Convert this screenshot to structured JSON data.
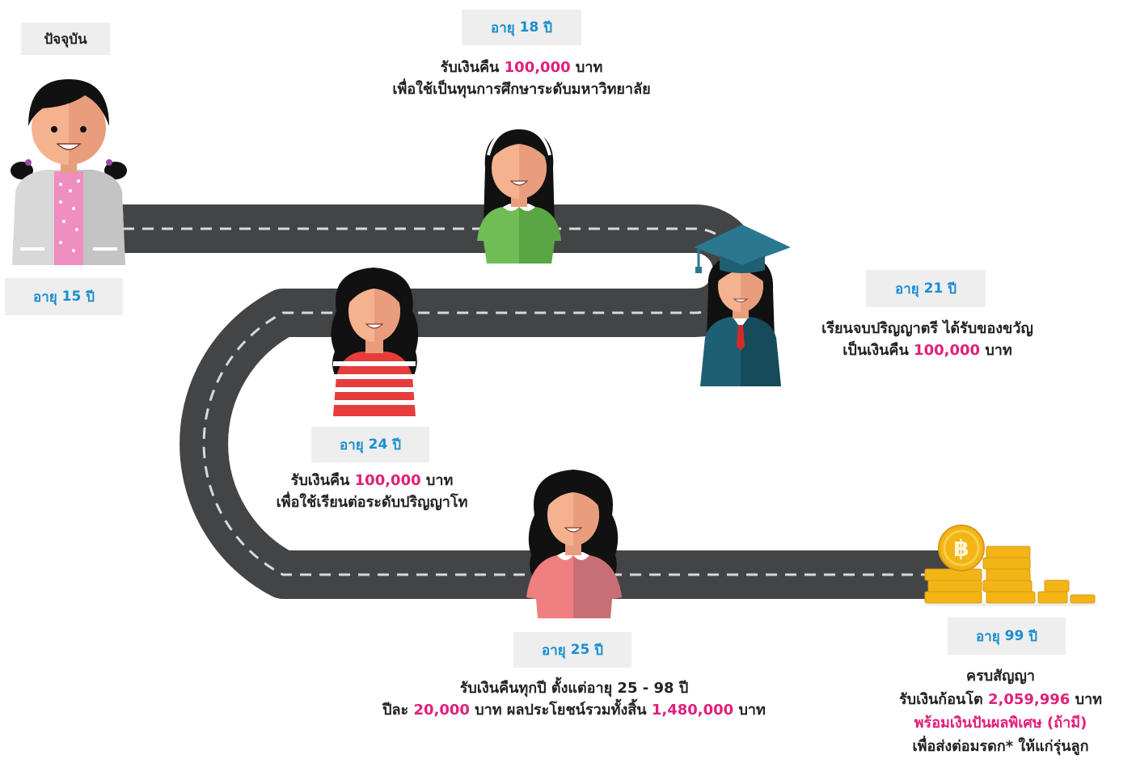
{
  "milestones": {
    "present": {
      "label": "ปัจจุบัน"
    },
    "m15": {
      "age_label": "อายุ",
      "age_value": "15",
      "age_unit": "ปี"
    },
    "m18": {
      "age_label": "อายุ",
      "age_value": "18",
      "age_unit": "ปี",
      "line1_pre": "รับเงินคืน",
      "line1_amount": "100,000",
      "line1_post": "บาท",
      "line2": "เพื่อใช้เป็นทุนการศึกษาระดับมหาวิทยาลัย"
    },
    "m21": {
      "age_label": "อายุ",
      "age_value": "21",
      "age_unit": "ปี",
      "line1": "เรียนจบปริญญาตรี ได้รับของขวัญ",
      "line2_pre": "เป็นเงินคืน",
      "line2_amount": "100,000",
      "line2_post": "บาท"
    },
    "m24": {
      "age_label": "อายุ",
      "age_value": "24",
      "age_unit": "ปี",
      "line1_pre": "รับเงินคืน",
      "line1_amount": "100,000",
      "line1_post": "บาท",
      "line2": "เพื่อใช้เรียนต่อระดับปริญญาโท"
    },
    "m25": {
      "age_label": "อายุ",
      "age_value": "25",
      "age_unit": "ปี",
      "line1_pre": "รับเงินคืนทุกปี ตั้งแต่อายุ",
      "line1_range": "25 - 98",
      "line1_post": "ปี",
      "line2_pre": "ปีละ",
      "line2_amount": "20,000",
      "line2_mid": "บาท ผลประโยชน์รวมทั้งสิ้น",
      "line2_total": "1,480,000",
      "line2_post": "บาท"
    },
    "m99": {
      "age_label": "อายุ",
      "age_value": "99",
      "age_unit": "ปี",
      "line1": "ครบสัญญา",
      "line2_pre": "รับเงินก้อนโต",
      "line2_amount": "2,059,996",
      "line2_post": "บาท",
      "line3": "พร้อมเงินปันผลพิเศษ (ถ้ามี)",
      "line4": "เพื่อส่งต่อมรดก* ให้แก่รุ่นลูก"
    }
  },
  "coin_symbol": "฿",
  "colors": {
    "road": "#434446",
    "dash": "#d9d9d9",
    "age_blue": "#1a8fd0",
    "highlight_pink": "#e0207a",
    "badge_bg": "#eeeeee",
    "coin_gold": "#f3b515"
  }
}
